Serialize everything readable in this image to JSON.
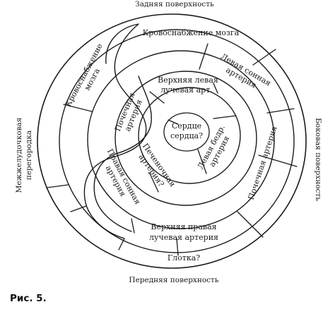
{
  "sides": {
    "top": "Задняя поверхность",
    "bottom": "Передняя поверхность",
    "right": "Боковая поверхность",
    "left_line1": "Межжелудочковая",
    "left_line2": "перегородка"
  },
  "sections": {
    "krovo_mozga": "Кровоснабжение мозга",
    "krovo_top_line1": "Кровоснабжение",
    "krovo_top_line2": "мозга",
    "levaya_sonnaya_line1": "Левая сонная",
    "levaya_sonnaya_line2": "артерия",
    "verh_levaya_line1": "Верхняя левая",
    "verh_levaya_line2": "лучевая арт.",
    "pochechnaya_left_line1": "Почечная",
    "pochechnaya_left_line2": "артерия",
    "pochechnaya_right": "Почечная артерия",
    "serdce_line1": "Сердце",
    "serdce_line2": "сердца?",
    "pechenochnaya_line1": "Печеночная",
    "pechenochnaya_line2": "артерия?",
    "pravaya_sonnaya_line1": "Правая сонная",
    "pravaya_sonnaya_line2": "артерия",
    "levaya_bedr_line1": "Левая бедр.",
    "levaya_bedr_line2": "артерия",
    "verh_pravaya_line1": "Верхняя правая",
    "verh_pravaya_line2": "лучевая артерия",
    "glotka": "Глотка?"
  },
  "caption": "Рис. 5."
}
